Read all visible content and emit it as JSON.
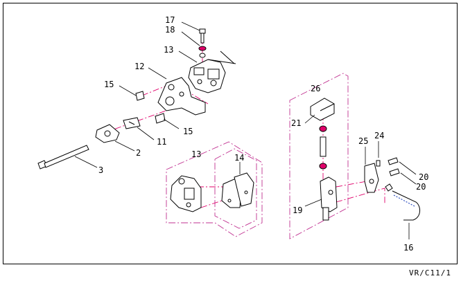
{
  "diagram": {
    "callouts": {
      "c17": "17",
      "c18": "18",
      "c13a": "13",
      "c12": "12",
      "c15a": "15",
      "c15b": "15",
      "c11": "11",
      "c2": "2",
      "c3": "3",
      "c13b": "13",
      "c14": "14",
      "c26": "26",
      "c21": "21",
      "c25": "25",
      "c24": "24",
      "c20a": "20",
      "c20b": "20",
      "c19": "19",
      "c16": "16"
    },
    "reference_code": "VR/C11/1",
    "colors": {
      "frame": "#000000",
      "chain_line": "#e0006a",
      "group_outline": "#c03090",
      "accent_blue": "#3050c0"
    }
  }
}
